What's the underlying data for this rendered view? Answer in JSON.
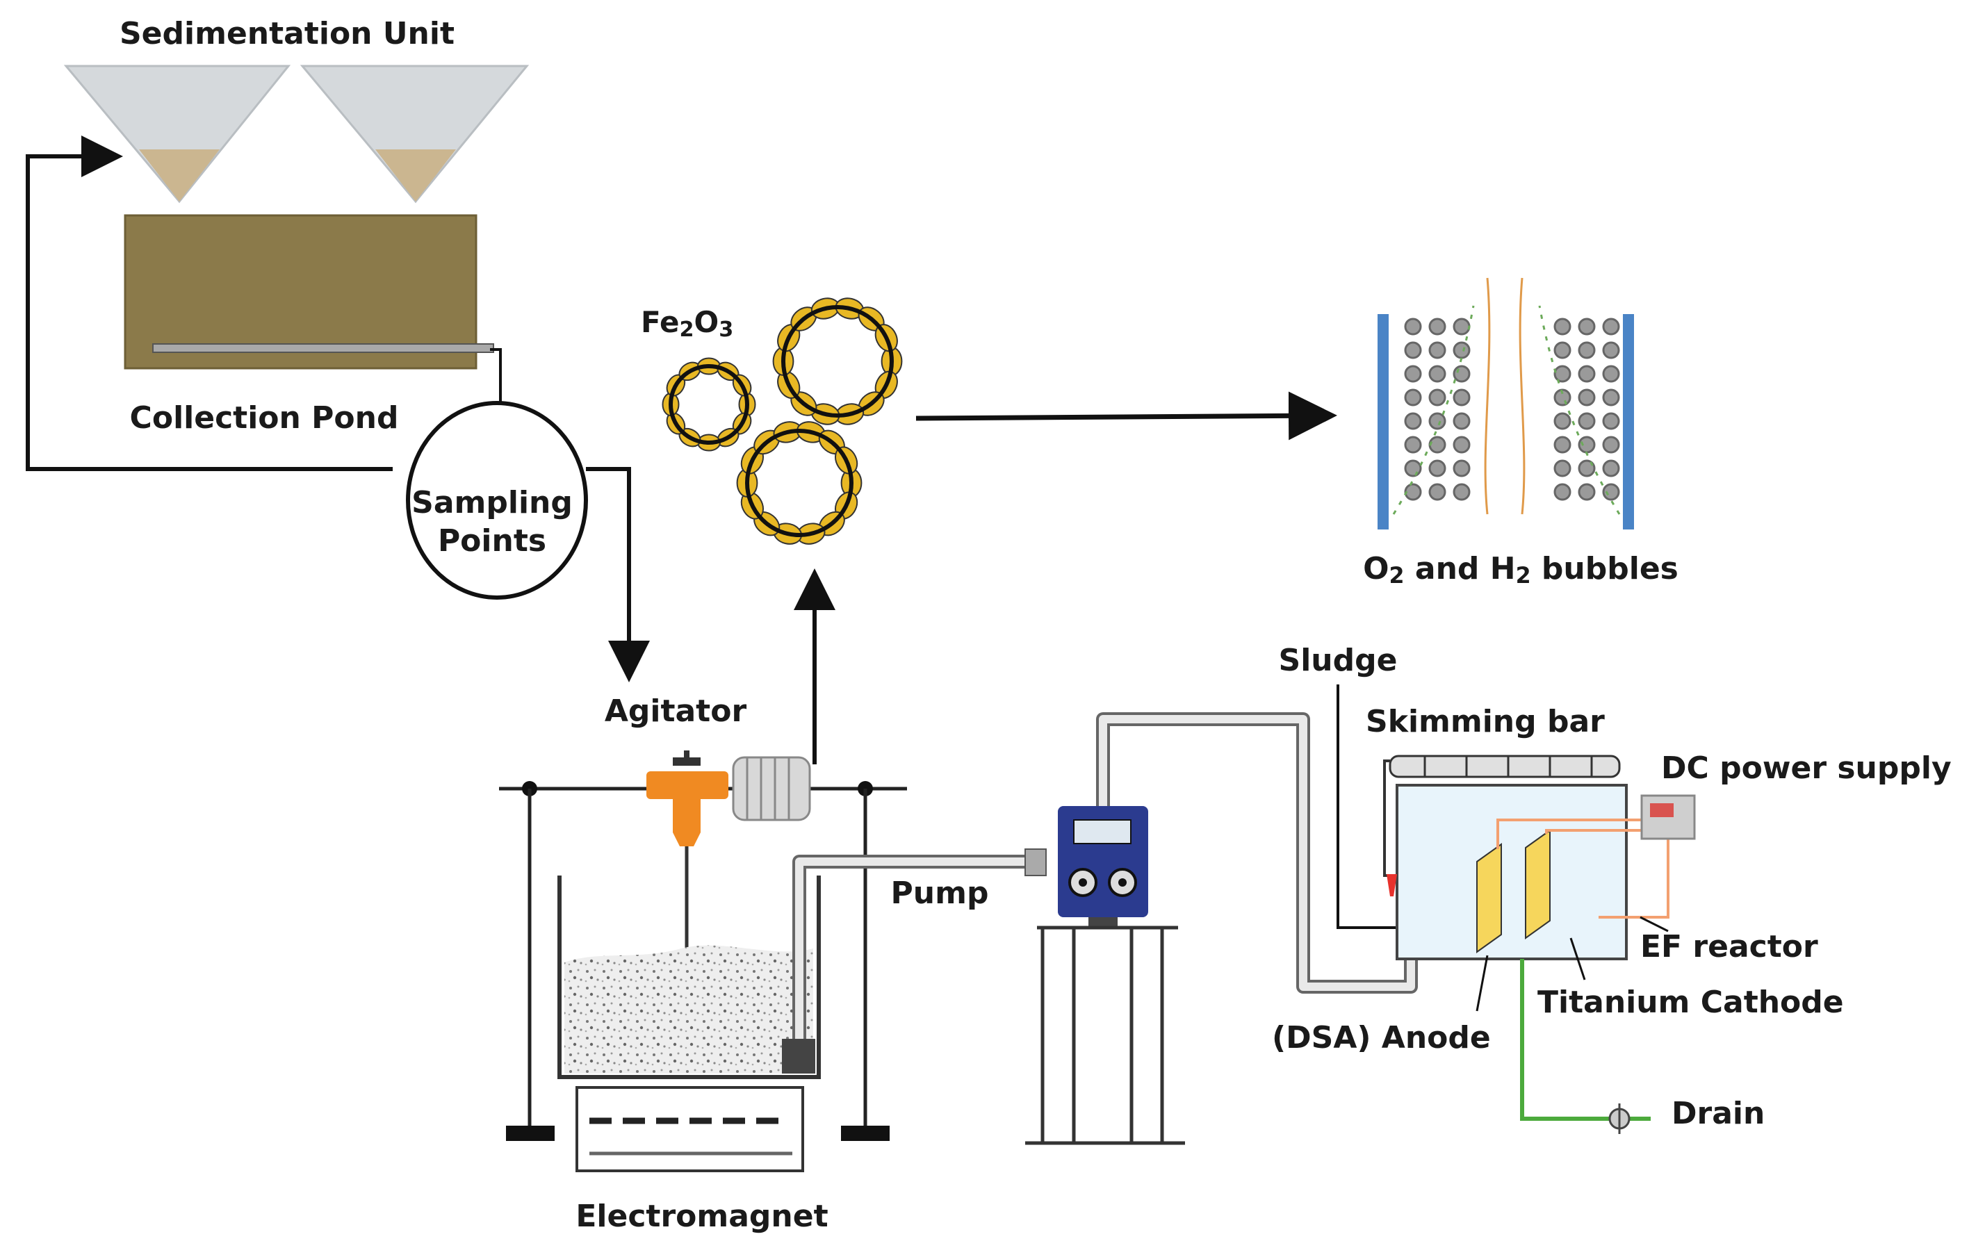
{
  "labels": {
    "sedimentation_unit": "Sedimentation Unit",
    "collection_pond": "Collection Pond",
    "sampling_points_line1": "Sampling",
    "sampling_points_line2": "Points",
    "fe2o3": {
      "base": "Fe",
      "sub1": "2",
      "mid": "O",
      "sub2": "3"
    },
    "bubbles": {
      "o": "O",
      "o_sub": "2",
      "and": " and H",
      "h_sub": "2",
      "tail": " bubbles"
    },
    "agitator": "Agitator",
    "electromagnet": "Electromagnet",
    "pump": "Pump",
    "sludge": "Sludge",
    "skimming_bar": "Skimming bar",
    "dc_power_supply": "DC power supply",
    "ef_reactor": "EF reactor",
    "titanium_cathode": "Titanium Cathode",
    "dsa_anode": "(DSA) Anode",
    "drain": "Drain"
  },
  "colors": {
    "pond": "#8b7a4a",
    "sediment": "#cbb690",
    "cone": "#d5d9dc",
    "particle_gold": "#e8b824",
    "agitator_orange": "#f08a22",
    "pump_blue": "#2b3b8f",
    "electrode_yellow": "#f6d65c",
    "cell_blue": "#4a84c6",
    "drain_green": "#4caa3c",
    "wire_orange": "#f3a070"
  }
}
